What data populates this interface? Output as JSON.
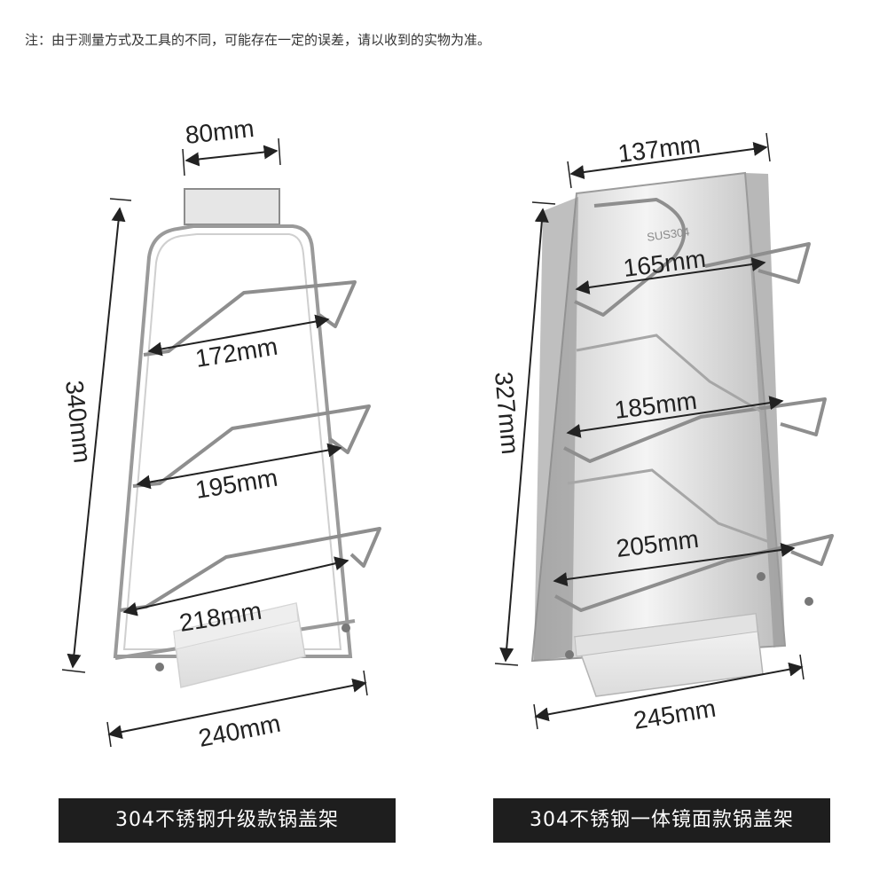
{
  "note": "注：由于测量方式及工具的不同，可能存在一定的误差，请以收到的实物为准。",
  "left_rack": {
    "caption": "304不锈钢升级款锅盖架",
    "dims": {
      "top": "80mm",
      "height": "340mm",
      "rung1": "172mm",
      "rung2": "195mm",
      "rung3": "218mm",
      "bottom": "240mm"
    }
  },
  "right_rack": {
    "caption": "304不锈钢一体镜面款锅盖架",
    "stamp": "SUS304",
    "dims": {
      "top": "137mm",
      "height": "327mm",
      "rung1": "165mm",
      "rung2": "185mm",
      "rung3": "205mm",
      "bottom": "245mm"
    }
  },
  "colors": {
    "steel": "#9a9a9a",
    "mirror": "#d9d9d9",
    "caption_bg": "#1e1e1e"
  }
}
